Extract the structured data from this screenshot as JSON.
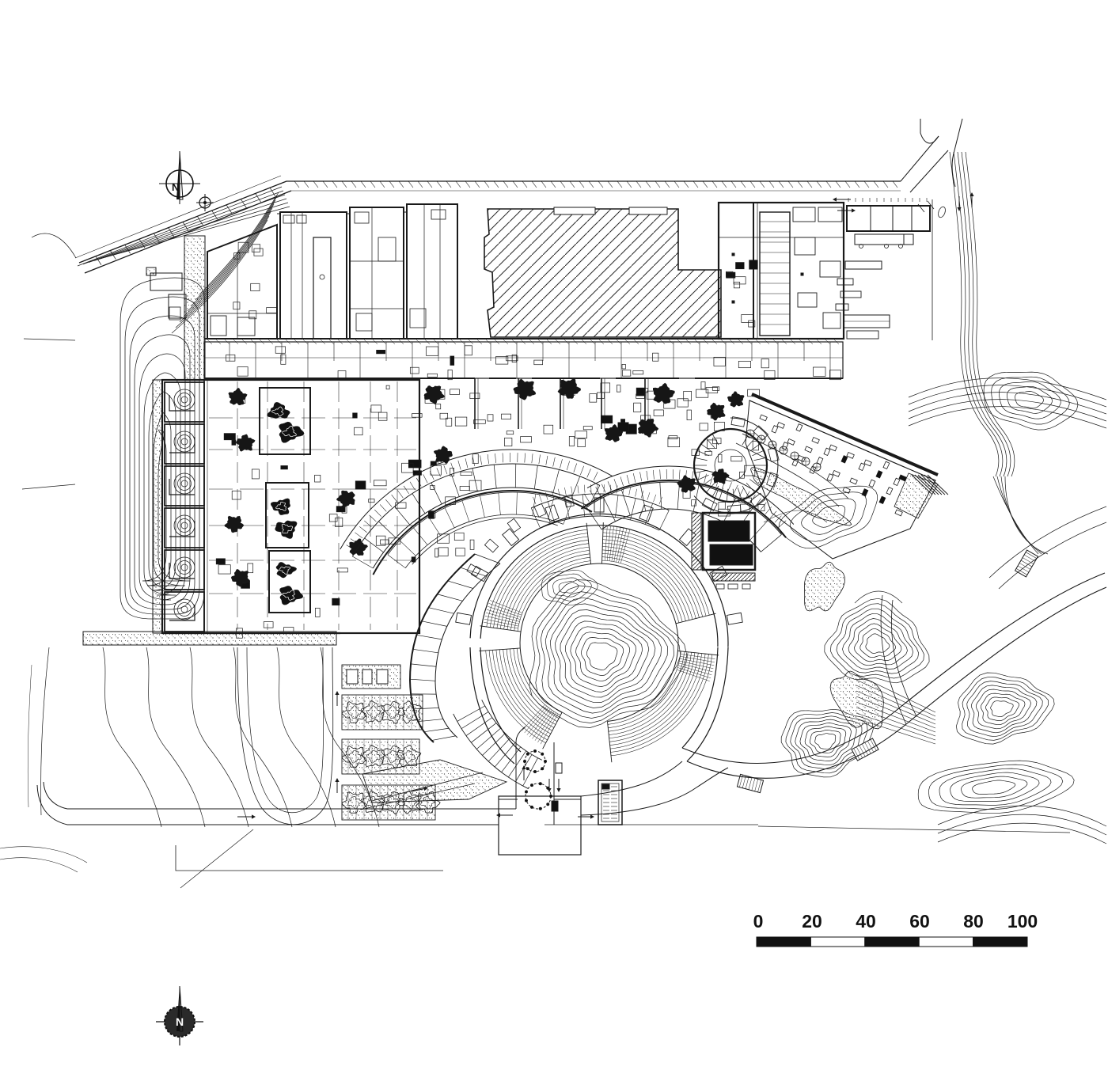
{
  "drawing": {
    "ink": "#1a1a1a",
    "paper": "#ffffff",
    "kind": "site-plan"
  },
  "compass": {
    "north_label": "N"
  },
  "scale_bar": {
    "labels": [
      "0",
      "20",
      "40",
      "60",
      "80",
      "100"
    ],
    "segment_fills": [
      "#111111",
      "#ffffff",
      "#111111",
      "#ffffff",
      "#111111"
    ]
  }
}
